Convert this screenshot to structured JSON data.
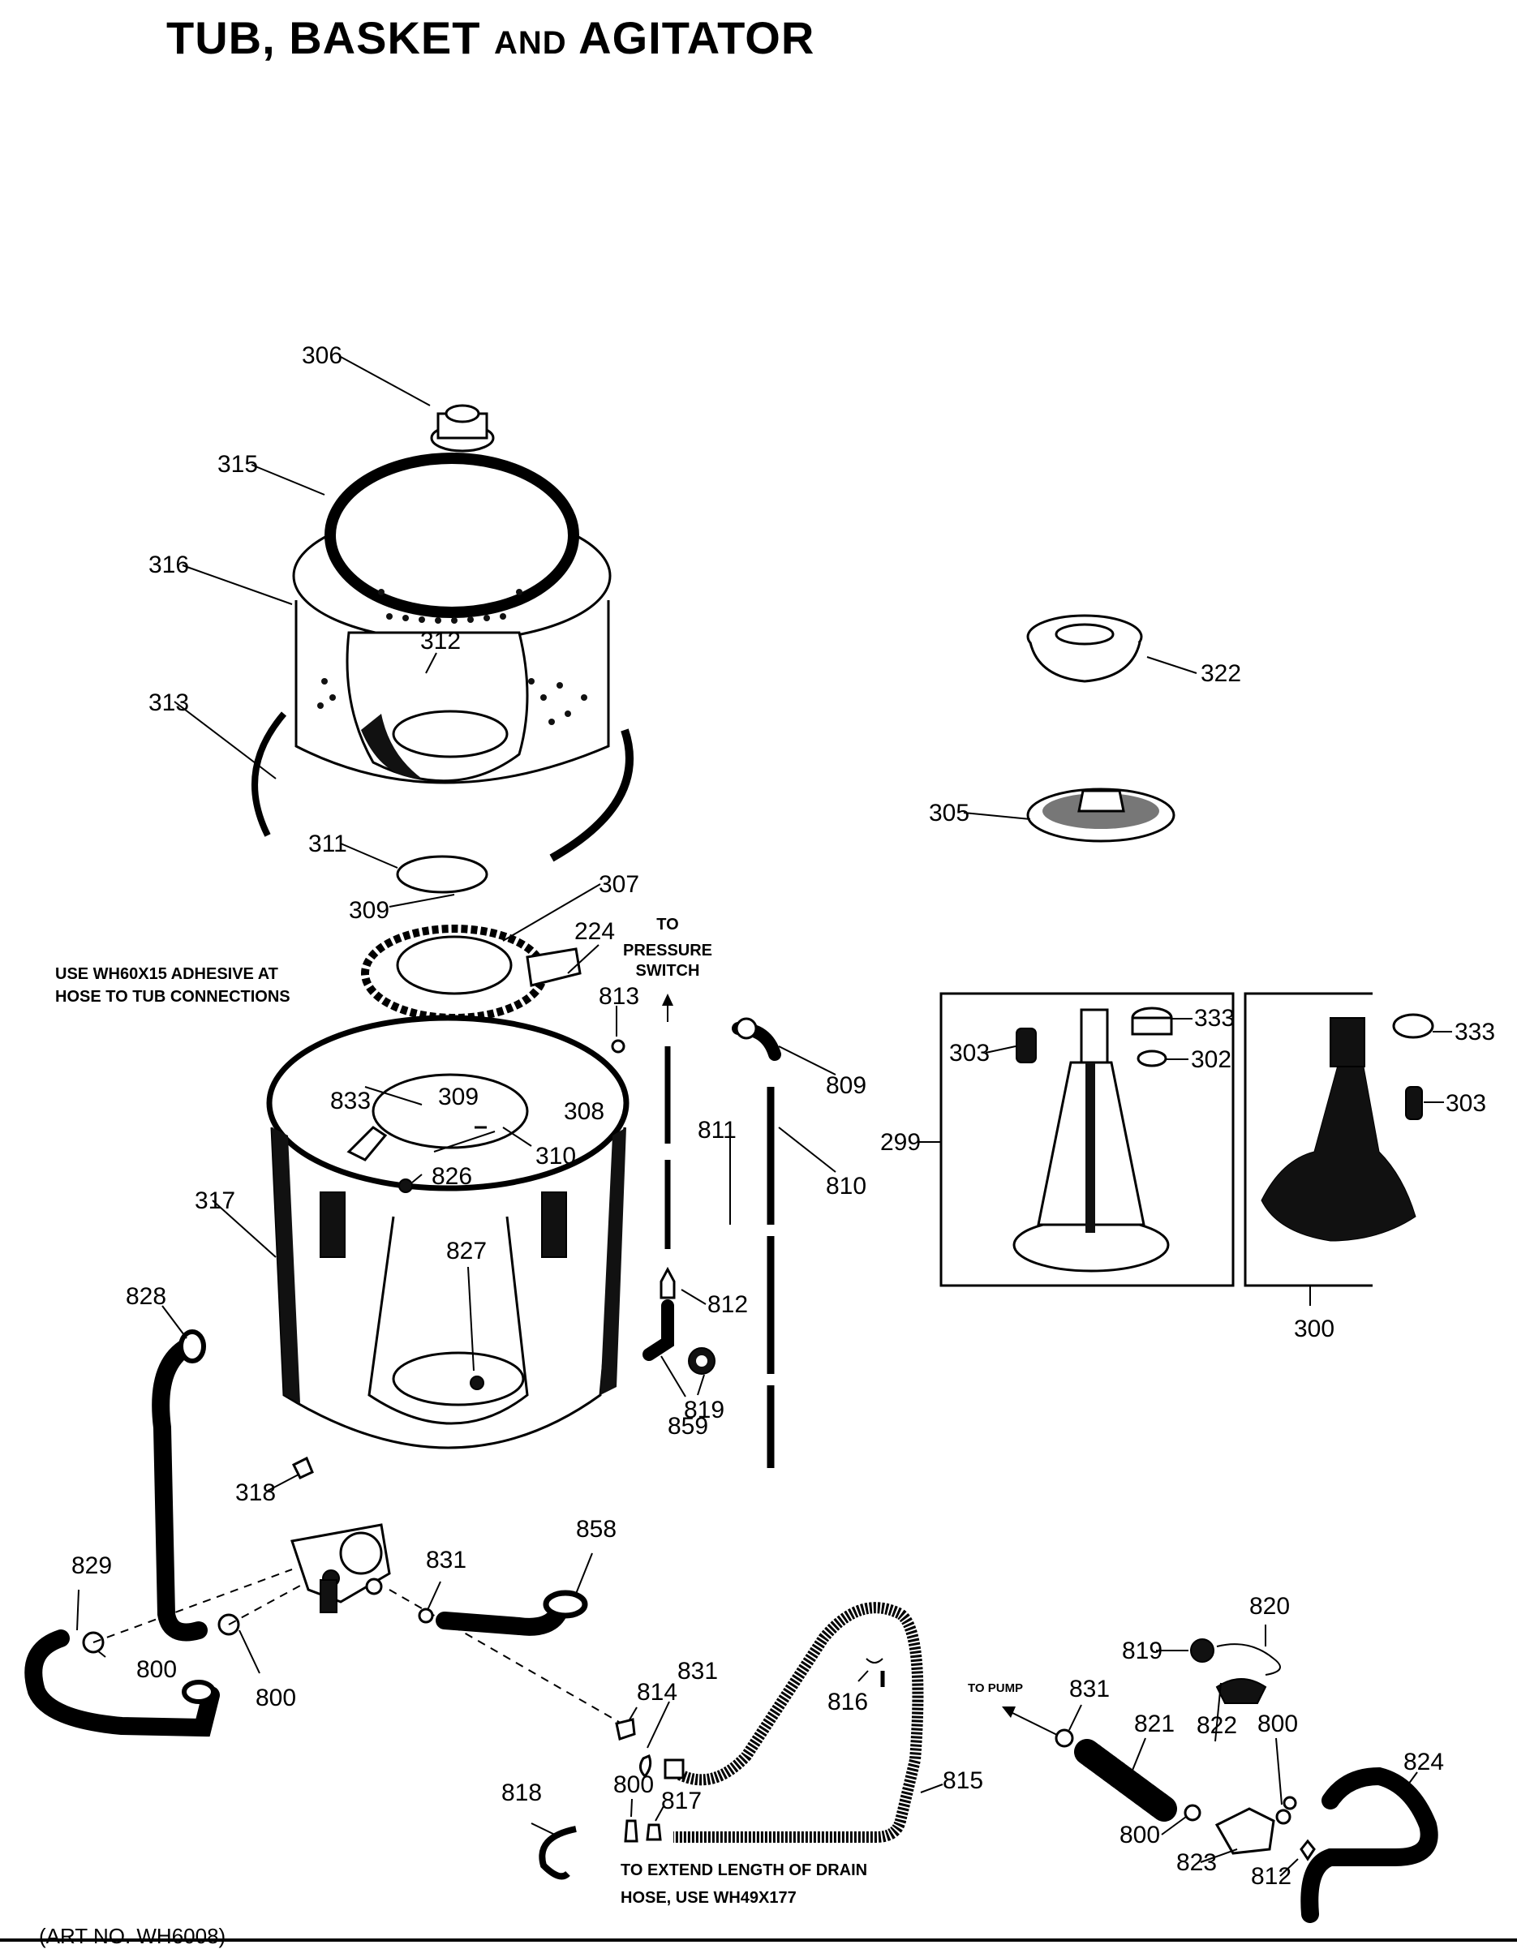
{
  "title": {
    "main": "TUB, BASKET",
    "and": "AND",
    "tail": "AGITATOR"
  },
  "art_number": "(ART NO. WH6008)",
  "notes": {
    "adhesive": [
      "USE WH60X15 ADHESIVE AT",
      "HOSE TO TUB CONNECTIONS"
    ],
    "pressure_switch": [
      "TO",
      "PRESSURE",
      "SWITCH"
    ],
    "drain_hose": [
      "TO EXTEND LENGTH OF DRAIN",
      "HOSE, USE WH49X177"
    ],
    "to_pump": "TO PUMP"
  },
  "parts": [
    {
      "id": "p306",
      "label": "306"
    },
    {
      "id": "p315",
      "label": "315"
    },
    {
      "id": "p316",
      "label": "316"
    },
    {
      "id": "p312",
      "label": "312"
    },
    {
      "id": "p313",
      "label": "313"
    },
    {
      "id": "p311",
      "label": "311"
    },
    {
      "id": "p309a",
      "label": "309"
    },
    {
      "id": "p307",
      "label": "307"
    },
    {
      "id": "p224",
      "label": "224"
    },
    {
      "id": "p813",
      "label": "813"
    },
    {
      "id": "p833",
      "label": "833"
    },
    {
      "id": "p309b",
      "label": "309"
    },
    {
      "id": "p308",
      "label": "308"
    },
    {
      "id": "p310",
      "label": "310"
    },
    {
      "id": "p826",
      "label": "826"
    },
    {
      "id": "p317",
      "label": "317"
    },
    {
      "id": "p827",
      "label": "827"
    },
    {
      "id": "p811",
      "label": "811"
    },
    {
      "id": "p809",
      "label": "809"
    },
    {
      "id": "p810",
      "label": "810"
    },
    {
      "id": "p812a",
      "label": "812"
    },
    {
      "id": "p819a",
      "label": "819"
    },
    {
      "id": "p859",
      "label": "859"
    },
    {
      "id": "p828",
      "label": "828"
    },
    {
      "id": "p318",
      "label": "318"
    },
    {
      "id": "p829",
      "label": "829"
    },
    {
      "id": "p800a",
      "label": "800"
    },
    {
      "id": "p800b",
      "label": "800"
    },
    {
      "id": "p831a",
      "label": "831"
    },
    {
      "id": "p858",
      "label": "858"
    },
    {
      "id": "p814",
      "label": "814"
    },
    {
      "id": "p831b",
      "label": "831"
    },
    {
      "id": "p816",
      "label": "816"
    },
    {
      "id": "p815",
      "label": "815"
    },
    {
      "id": "p818",
      "label": "818"
    },
    {
      "id": "p800c",
      "label": "800"
    },
    {
      "id": "p817",
      "label": "817"
    },
    {
      "id": "p322",
      "label": "322"
    },
    {
      "id": "p305",
      "label": "305"
    },
    {
      "id": "p303a",
      "label": "303"
    },
    {
      "id": "p333a",
      "label": "333"
    },
    {
      "id": "p302",
      "label": "302"
    },
    {
      "id": "p299",
      "label": "299"
    },
    {
      "id": "p333b",
      "label": "333"
    },
    {
      "id": "p303b",
      "label": "303"
    },
    {
      "id": "p300",
      "label": "300"
    },
    {
      "id": "p820",
      "label": "820"
    },
    {
      "id": "p819b",
      "label": "819"
    },
    {
      "id": "p831c",
      "label": "831"
    },
    {
      "id": "p821",
      "label": "821"
    },
    {
      "id": "p822",
      "label": "822"
    },
    {
      "id": "p800d",
      "label": "800"
    },
    {
      "id": "p824",
      "label": "824"
    },
    {
      "id": "p800e",
      "label": "800"
    },
    {
      "id": "p823",
      "label": "823"
    },
    {
      "id": "p812b",
      "label": "812"
    }
  ]
}
